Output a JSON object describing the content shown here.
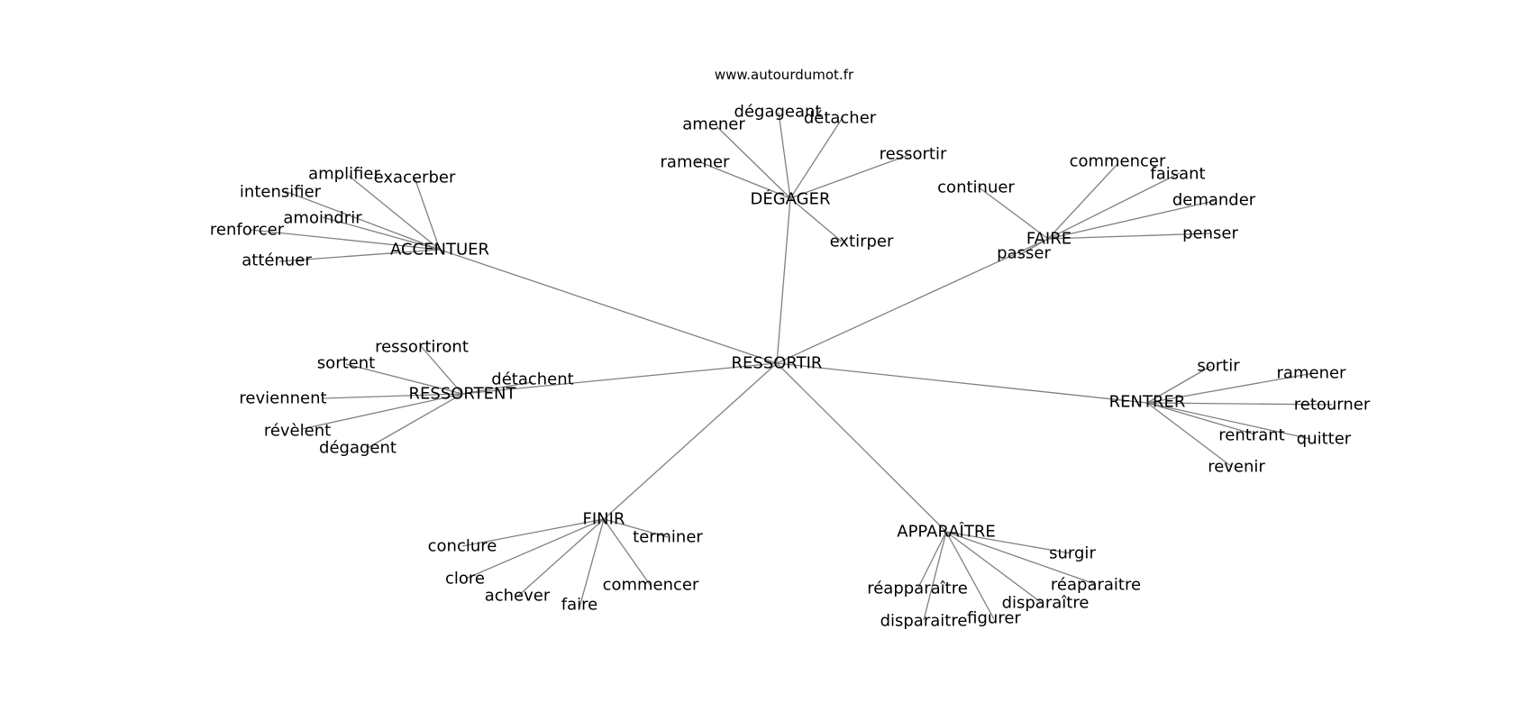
{
  "watermark": "www.autourdumot.fr",
  "graph": {
    "center": "RESSORTIR",
    "hubs": [
      {
        "label": "DÉGAGER",
        "leaves": [
          "dégageant",
          "amener",
          "détacher",
          "ramener",
          "ressortir",
          "extirper"
        ]
      },
      {
        "label": "ACCENTUER",
        "leaves": [
          "amplifier",
          "exacerber",
          "intensifier",
          "amoindrir",
          "renforcer",
          "atténuer"
        ]
      },
      {
        "label": "FAIRE",
        "leaves": [
          "commencer",
          "faisant",
          "continuer",
          "demander",
          "penser",
          "passer"
        ]
      },
      {
        "label": "RESSORTENT",
        "leaves": [
          "ressortiront",
          "sortent",
          "détachent",
          "reviennent",
          "révèlent",
          "dégagent"
        ]
      },
      {
        "label": "RENTRER",
        "leaves": [
          "sortir",
          "ramener",
          "retourner",
          "rentrant",
          "quitter",
          "revenir"
        ]
      },
      {
        "label": "FINIR",
        "leaves": [
          "terminer",
          "conclure",
          "clore",
          "achever",
          "faire",
          "commencer"
        ]
      },
      {
        "label": "APPARAÎTRE",
        "leaves": [
          "surgir",
          "réapparaître",
          "réaparaitre",
          "disparaître",
          "disparaitre",
          "figurer"
        ]
      }
    ]
  }
}
